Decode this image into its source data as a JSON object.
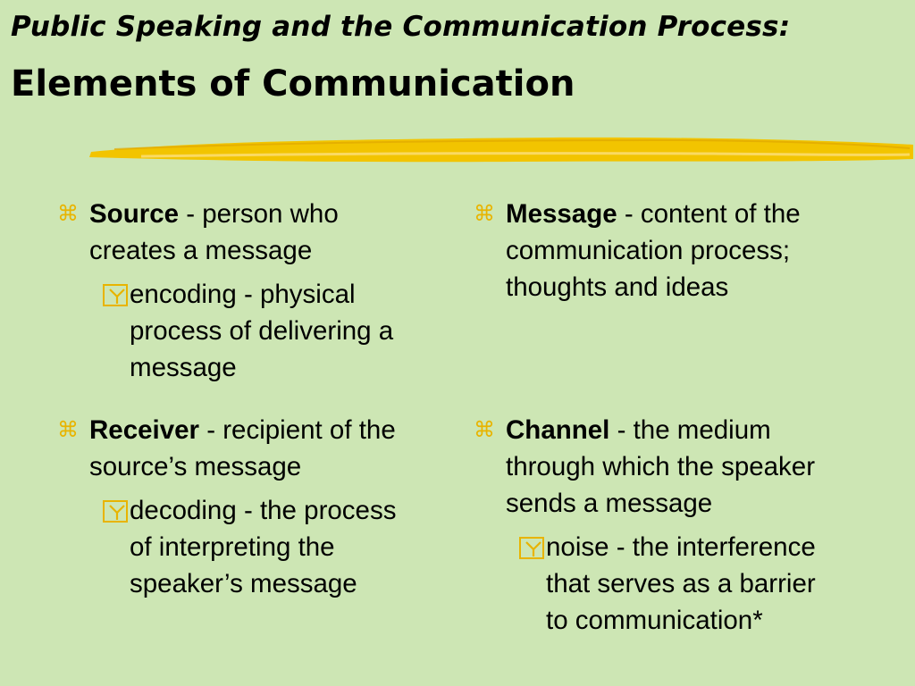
{
  "slide": {
    "subtitle": "Public Speaking and the Communication Process:",
    "title": "Elements of Communication"
  },
  "items": [
    {
      "term": "Source",
      "definition": " - person who creates a message",
      "sub": "encoding - physical process of delivering a message"
    },
    {
      "term": "Message",
      "definition": " - content of the communication process; thoughts and ideas"
    },
    {
      "term": "Receiver",
      "definition": " - recipient of the source’s message",
      "sub": "decoding - the process of interpreting the speaker’s message"
    },
    {
      "term": "Channel",
      "definition": " - the medium through which the speaker sends a message",
      "sub": "noise - the interference that serves as a barrier to communication*"
    }
  ],
  "colors": {
    "background": "#cde6b4",
    "accent": "#e8b400",
    "stroke": "#f2c400"
  },
  "icons": {
    "bullet": "command-icon",
    "sub_bullet": "y-box-icon"
  }
}
